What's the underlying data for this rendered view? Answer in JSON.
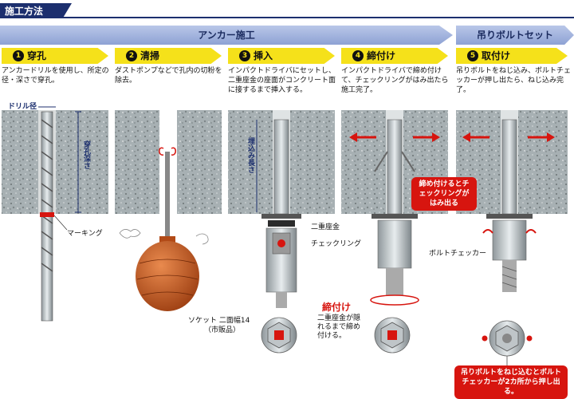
{
  "section_title": "施工方法",
  "phases": {
    "anchor": "アンカー施工",
    "bolt": "吊りボルトセット"
  },
  "steps": [
    {
      "num": "1",
      "title": "穿孔",
      "desc": "アンカードリルを使用し、所定の径・深さで穿孔。"
    },
    {
      "num": "2",
      "title": "清掃",
      "desc": "ダストポンプなどで孔内の切粉を除去。"
    },
    {
      "num": "3",
      "title": "挿入",
      "desc": "インパクトドライバにセットし、二重座金の座面がコンクリート面に接するまで挿入する。"
    },
    {
      "num": "4",
      "title": "締付け",
      "desc": "インパクトドライバで締め付けて、チェックリングがはみ出たら施工完了。"
    },
    {
      "num": "5",
      "title": "取付け",
      "desc": "吊りボルトをねじ込み、ボルトチェッカーが押し出たら、ねじ込み完了。"
    }
  ],
  "labels": {
    "drill_dia": "ドリル径",
    "drill_depth": "穿孔深さ",
    "marking": "マーキング",
    "insert_depth": "埋込み長さ",
    "double_washer": "二重座金",
    "check_ring": "チェックリング",
    "socket": "ソケット 二面幅14",
    "socket_note": "（市販品）",
    "tighten": "締付け",
    "tighten_note": "二重座金が隠れるまで締め付ける。",
    "check_ring_note": "締め付けるとチェックリングがはみ出る",
    "bolt_checker": "ボルトチェッカー",
    "bolt_checker_note": "吊りボルトをねじ込むとボルトチェッカーが2カ所から押し出る。"
  },
  "colors": {
    "navy": "#1c2f6e",
    "phase": "#8ea2d4",
    "step_yellow": "#f5e11a",
    "accent_red": "#d7150f",
    "concrete": "#9aa3a6"
  }
}
